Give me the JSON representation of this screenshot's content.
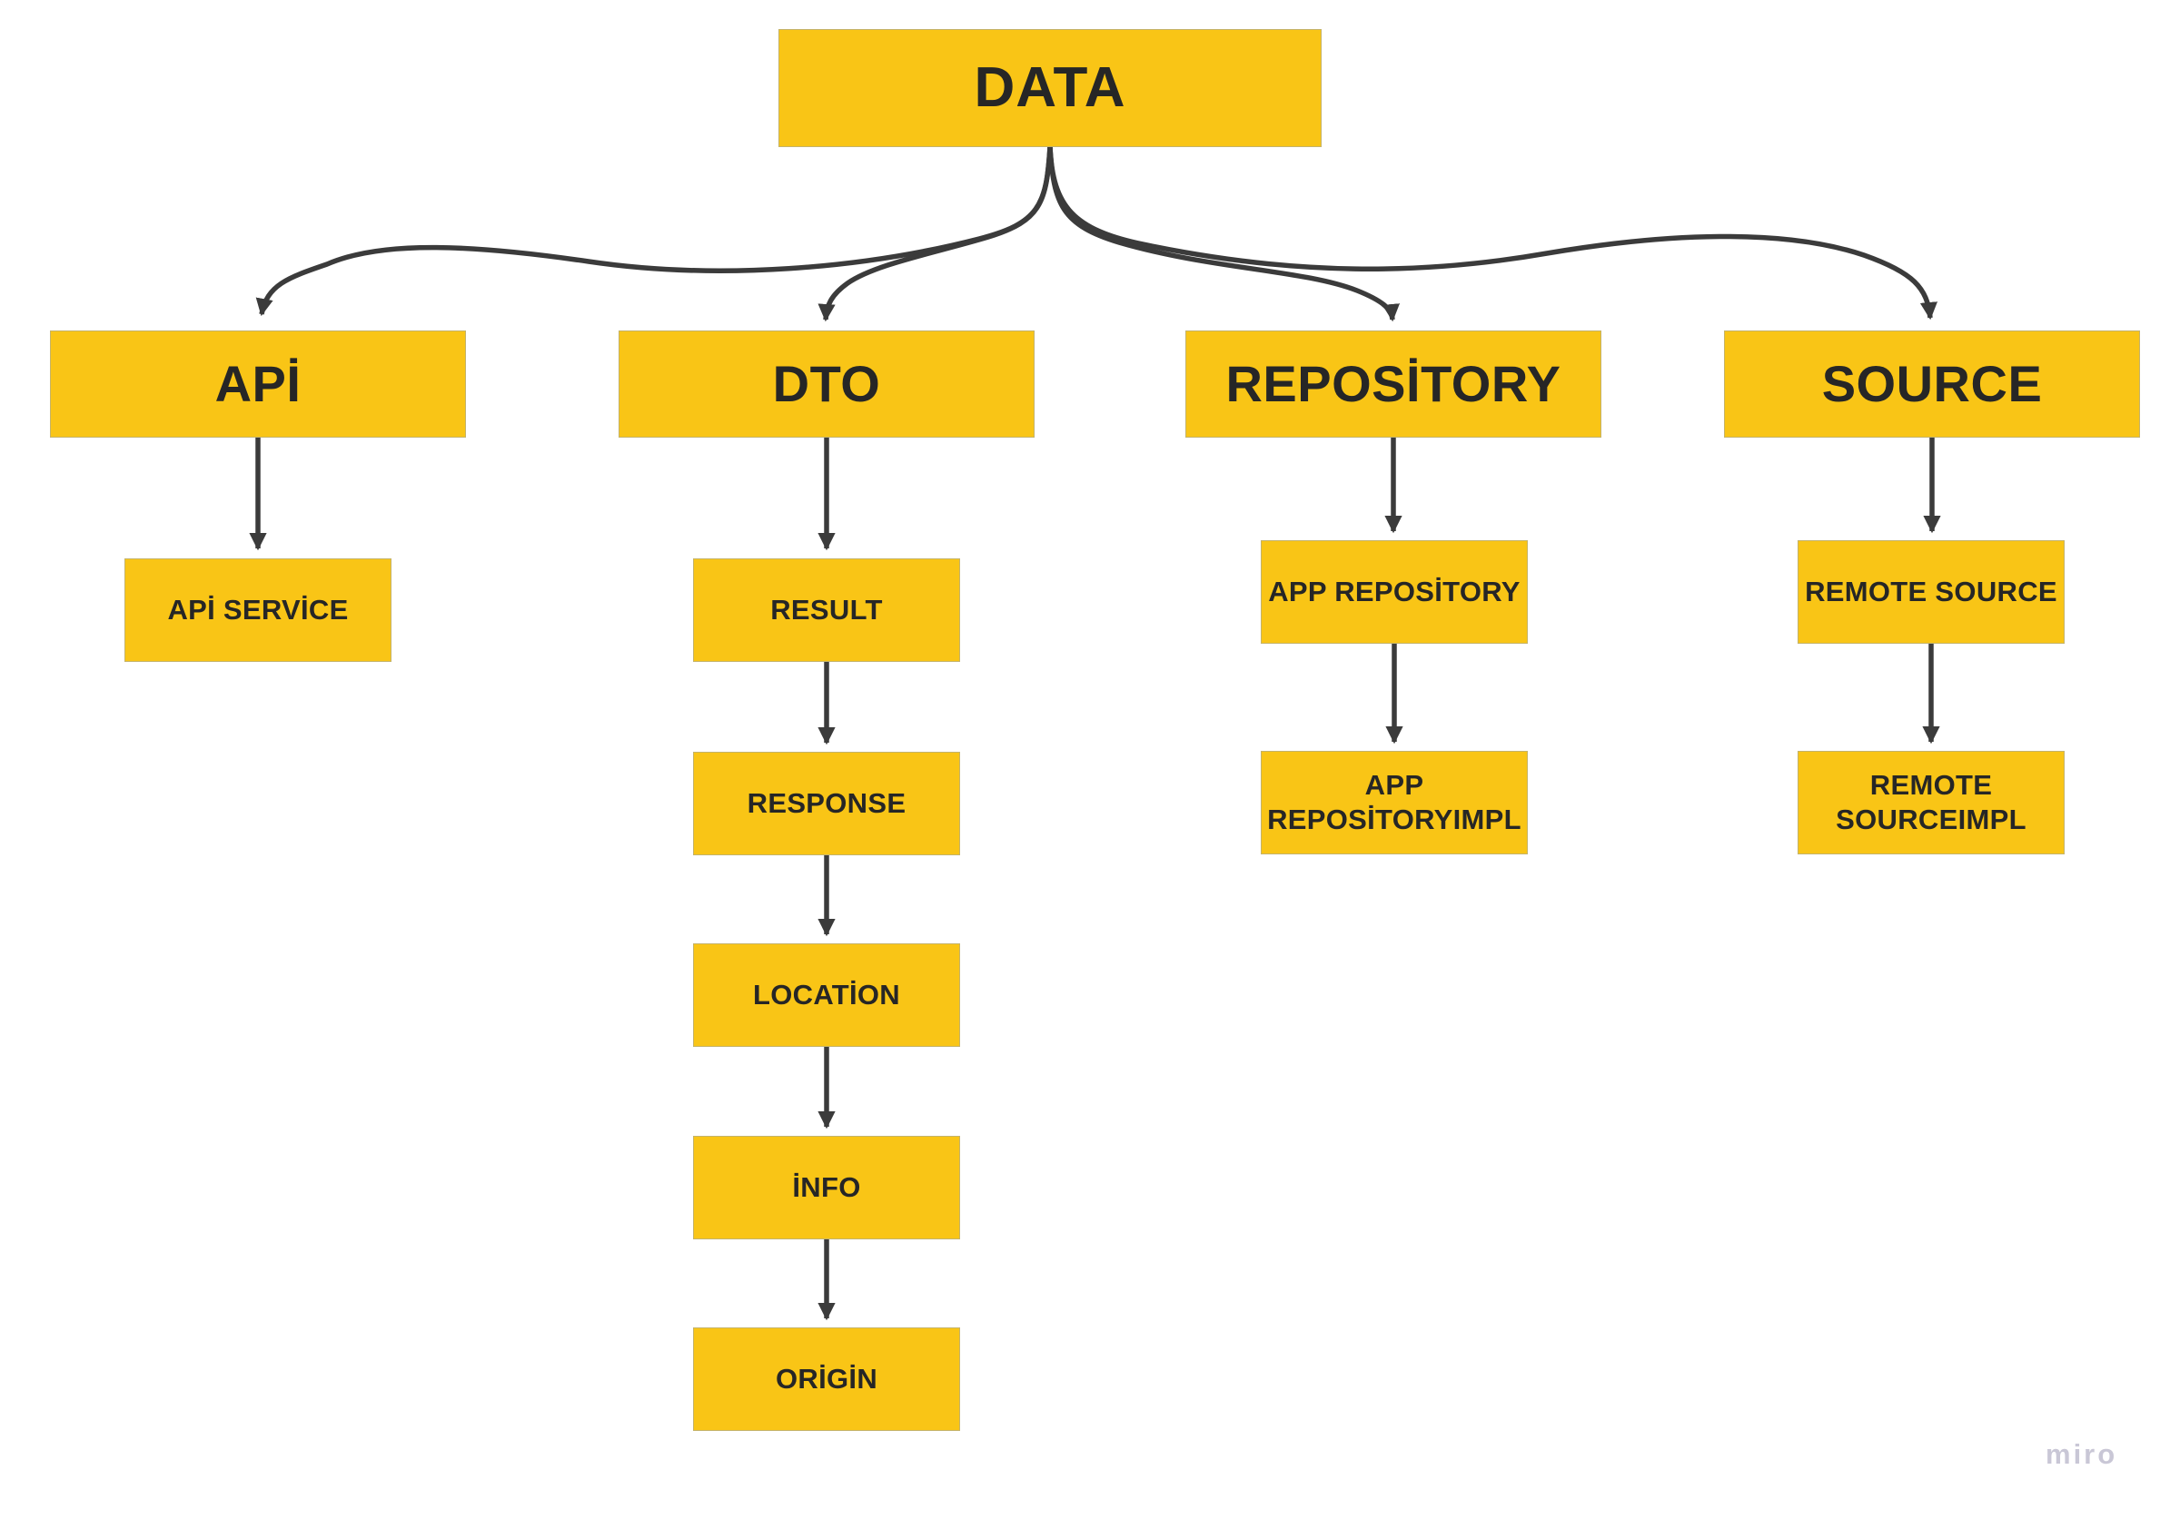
{
  "diagram": {
    "root": {
      "label": "DATA"
    },
    "columns": [
      {
        "header": {
          "label": "APİ"
        },
        "children": [
          {
            "label": "APİ SERVİCE"
          }
        ]
      },
      {
        "header": {
          "label": "DTO"
        },
        "children": [
          {
            "label": "RESULT"
          },
          {
            "label": "RESPONSE"
          },
          {
            "label": "LOCATİON"
          },
          {
            "label": "İNFO"
          },
          {
            "label": "ORİGİN"
          }
        ]
      },
      {
        "header": {
          "label": "REPOSİTORY"
        },
        "children": [
          {
            "label": "APP REPOSİTORY"
          },
          {
            "label": "APP REPOSİTORYIMPL"
          }
        ]
      },
      {
        "header": {
          "label": "SOURCE"
        },
        "children": [
          {
            "label": "REMOTE SOURCE"
          },
          {
            "label": "REMOTE SOURCEIMPL"
          }
        ]
      }
    ]
  },
  "watermark": {
    "label": "miro"
  },
  "colors": {
    "node_fill": "#F9C516",
    "node_border": "#C4B36A",
    "text": "#262626",
    "arrow": "#3B3B3B",
    "watermark": "#C9C7D6",
    "bg": "#FFFFFF"
  }
}
